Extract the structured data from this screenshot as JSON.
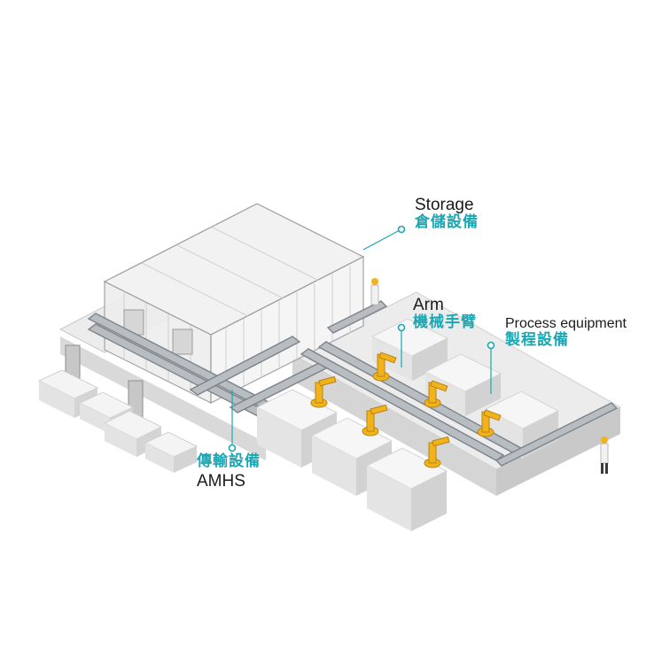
{
  "labels": {
    "storage": {
      "en": "Storage",
      "zh": "倉儲設備"
    },
    "arm": {
      "en": "Arm",
      "zh": "機械手臂"
    },
    "process": {
      "en": "Process equipment",
      "zh": "製程設備"
    },
    "amhs": {
      "en": "AMHS",
      "zh": "傳輸設備"
    }
  },
  "colors": {
    "accent": "#19a7b3",
    "robot": "#f2b21b",
    "machine_top": "#f4f4f4",
    "machine_side": "#dcdcdc",
    "floor": "#e6e6e6",
    "conveyor": "#8a8f93"
  }
}
